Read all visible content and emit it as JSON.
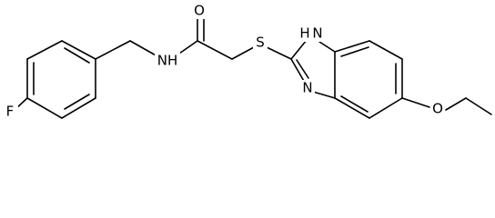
{
  "molecule": {
    "atoms": {
      "F": "F",
      "NH": "NH",
      "O": "O",
      "S": "S",
      "H_imidazole": "H",
      "N_imidazole_top": "N",
      "N_imidazole_bottom": "N",
      "O_ether": "O"
    },
    "colors": {
      "bond": "#000000",
      "label": "#000000",
      "background": "#ffffff"
    }
  }
}
